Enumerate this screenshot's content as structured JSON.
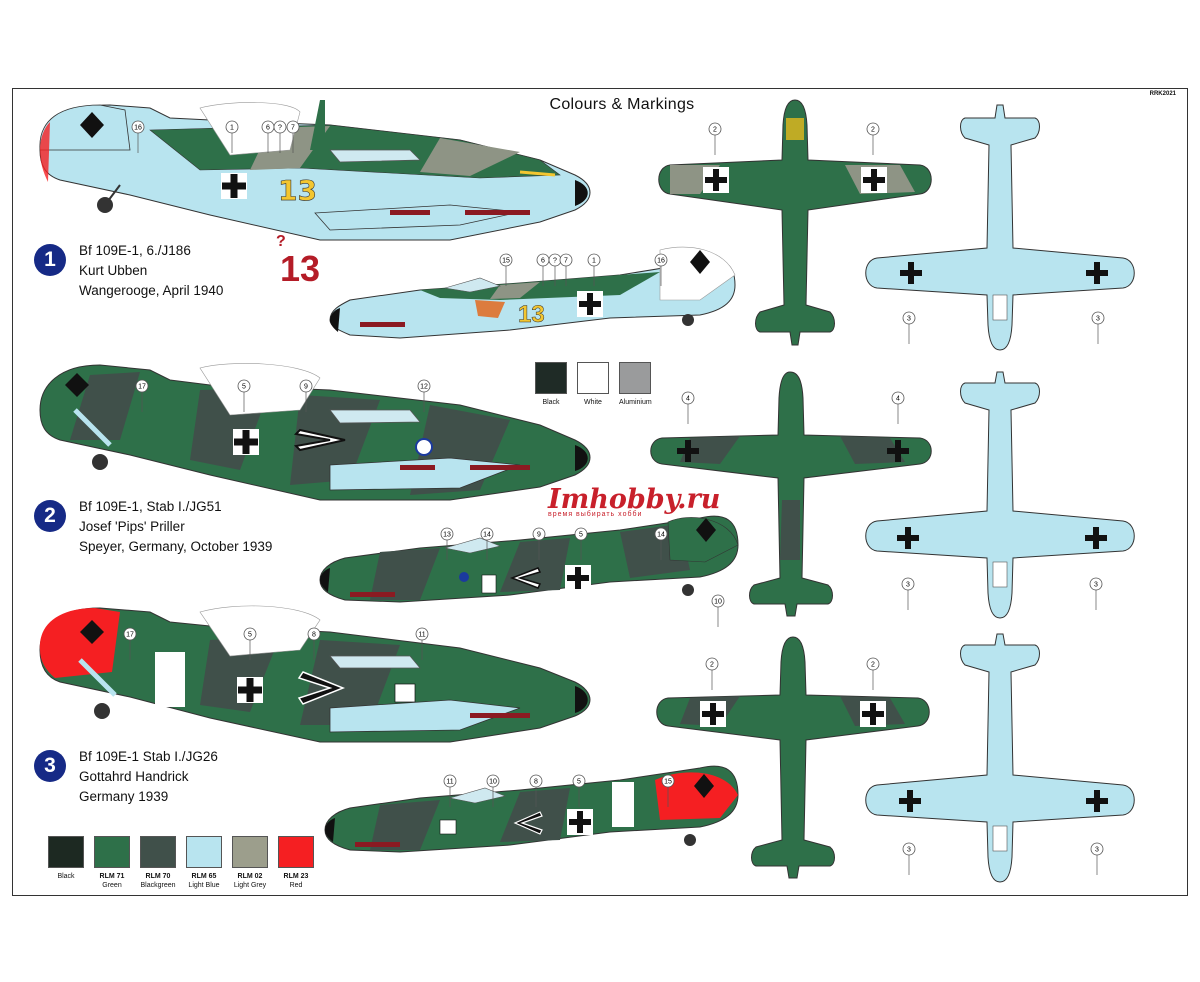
{
  "title": "Colours & Markings",
  "sheet_code": "RRK2021",
  "variants": [
    {
      "number": "1",
      "lines": [
        "Bf 109E-1, 6./J186",
        "Kurt Ubben",
        "Wangerooge, April 1940"
      ]
    },
    {
      "number": "2",
      "lines": [
        "Bf 109E-1, Stab I./JG51",
        "Josef 'Pips' Priller",
        "Speyer, Germany, October 1939"
      ]
    },
    {
      "number": "3",
      "lines": [
        "Bf 109E-1 Stab I./JG26",
        "Gottahrd Handrick",
        "Germany 1939"
      ]
    }
  ],
  "side_codes": {
    "v1": "13",
    "v1_alt_mark": "?",
    "v1_alt_code": "13"
  },
  "callouts": {
    "v1_left": [
      "16",
      "1",
      "6",
      "?",
      "7"
    ],
    "v1_right": [
      "15",
      "6",
      "?",
      "7",
      "1",
      "16"
    ],
    "v1_top": [
      "2",
      "2"
    ],
    "v1_under": [
      "3",
      "3"
    ],
    "v2_left": [
      "17",
      "5",
      "9",
      "12"
    ],
    "v2_right": [
      "13",
      "14",
      "9",
      "5",
      "14",
      "10"
    ],
    "v2_top": [
      "4",
      "4"
    ],
    "v2_under": [
      "3",
      "3"
    ],
    "v3_left": [
      "17",
      "5",
      "8",
      "11"
    ],
    "v3_right": [
      "11",
      "10",
      "8",
      "5",
      "15"
    ],
    "v3_top": [
      "2",
      "2"
    ],
    "v3_under": [
      "3",
      "3"
    ]
  },
  "small_swatches": [
    {
      "color": "#1f2b26",
      "name": "Black"
    },
    {
      "color": "#ffffff",
      "name": "White"
    },
    {
      "color": "#9a9b9c",
      "name": "Aluminium"
    }
  ],
  "main_swatches": [
    {
      "color": "#1d2922",
      "code": "",
      "name": "Black"
    },
    {
      "color": "#2e7049",
      "code": "RLM 71",
      "name": "Green"
    },
    {
      "color": "#40504a",
      "code": "RLM 70",
      "name": "Blackgreen"
    },
    {
      "color": "#b8e4ef",
      "code": "RLM 65",
      "name": "Light Blue"
    },
    {
      "color": "#9c9e8c",
      "code": "RLM 02",
      "name": "Light Grey"
    },
    {
      "color": "#f51f22",
      "code": "RLM 23",
      "name": "Red"
    }
  ],
  "watermark": {
    "text": "Imhobby.ru",
    "subtitle": "время выбирать хобби"
  },
  "colors": {
    "rlm65": "#b8e4ef",
    "rlm71": "#2e7049",
    "rlm70": "#40504a",
    "rlm02": "#8e9485",
    "rlm23": "#f51f22",
    "black": "#111111",
    "white": "#ffffff",
    "yellow": "#f3c630",
    "badge": "#162a86",
    "code_red": "#b41c27"
  }
}
